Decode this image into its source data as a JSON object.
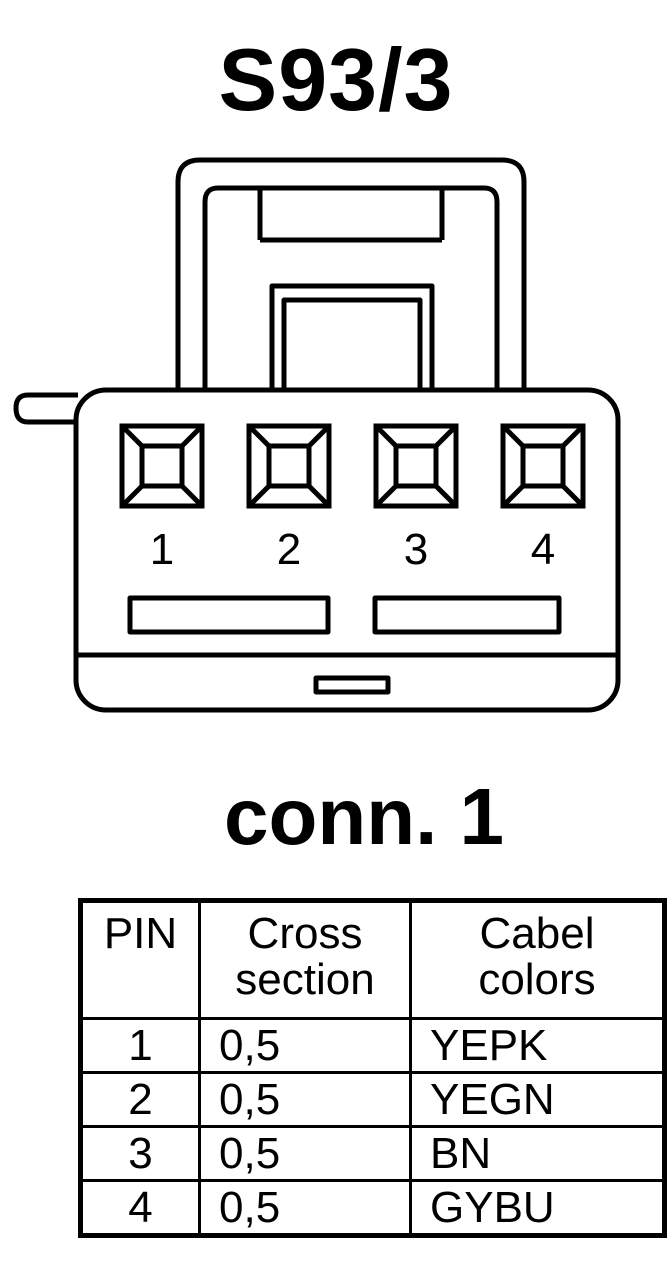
{
  "title": "S93/3",
  "connector_label": "conn. 1",
  "pins": [
    "1",
    "2",
    "3",
    "4"
  ],
  "table": {
    "headers": [
      [
        "PIN"
      ],
      [
        "Cross",
        "section"
      ],
      [
        "Cabel",
        "colors"
      ]
    ],
    "rows": [
      {
        "pin": "1",
        "cross_section": "0,5",
        "color": "YEPK"
      },
      {
        "pin": "2",
        "cross_section": "0,5",
        "color": "YEGN"
      },
      {
        "pin": "3",
        "cross_section": "0,5",
        "color": "BN"
      },
      {
        "pin": "4",
        "cross_section": "0,5",
        "color": "GYBU"
      }
    ]
  }
}
